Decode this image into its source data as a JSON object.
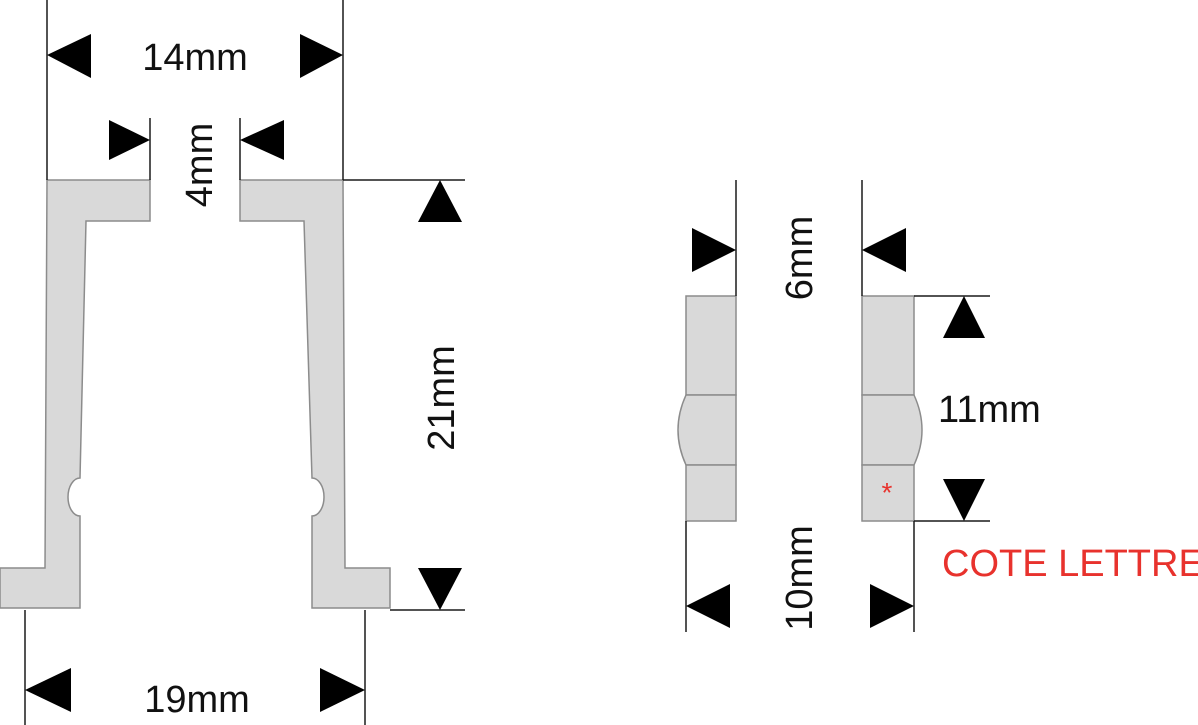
{
  "colors": {
    "profile": "#d9d9d9",
    "outline": "#8c8c8c",
    "note": "#e8322d"
  },
  "left_profile": {
    "dim_top_width": "14mm",
    "dim_gap": "4mm",
    "dim_height": "21mm",
    "dim_bottom_width": "19mm"
  },
  "right_profile": {
    "dim_gap_top": "6mm",
    "dim_height": "11mm",
    "dim_gap_bottom": "10mm",
    "marker": "*",
    "note": "COTE LETTRE"
  }
}
